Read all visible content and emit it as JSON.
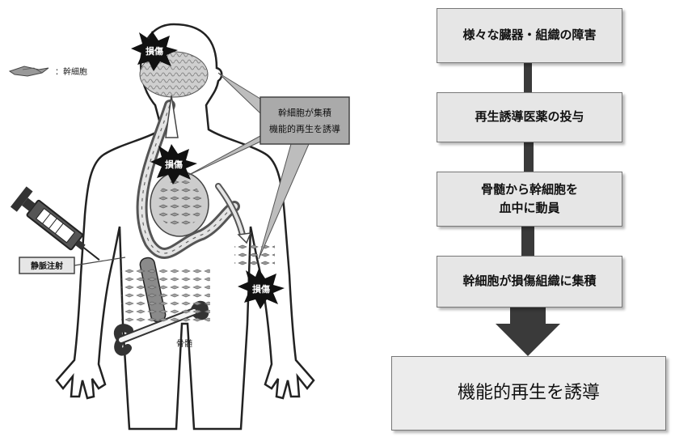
{
  "legend": {
    "icon": "stem-cell-icon",
    "label": "：幹細胞"
  },
  "labels": {
    "injury_top": "損傷",
    "injury_mid": "損傷",
    "injury_arm": "損傷",
    "callout": "幹細胞が集積\n機能的再生を誘導",
    "injection": "静脈注射",
    "bone": "骨髄"
  },
  "flow": {
    "step1": "様々な臓器・組織の障害",
    "step2": "再生誘導医薬の投与",
    "step3": "骨髄から幹細胞を\n血中に動員",
    "step4": "幹細胞が損傷組織に集積",
    "result": "機能的再生を誘導"
  },
  "colors": {
    "box_fill": "#e6e6e6",
    "arrow": "#3a3a3a",
    "callout_fill": "#aaaaaa",
    "starburst": "#111111"
  }
}
